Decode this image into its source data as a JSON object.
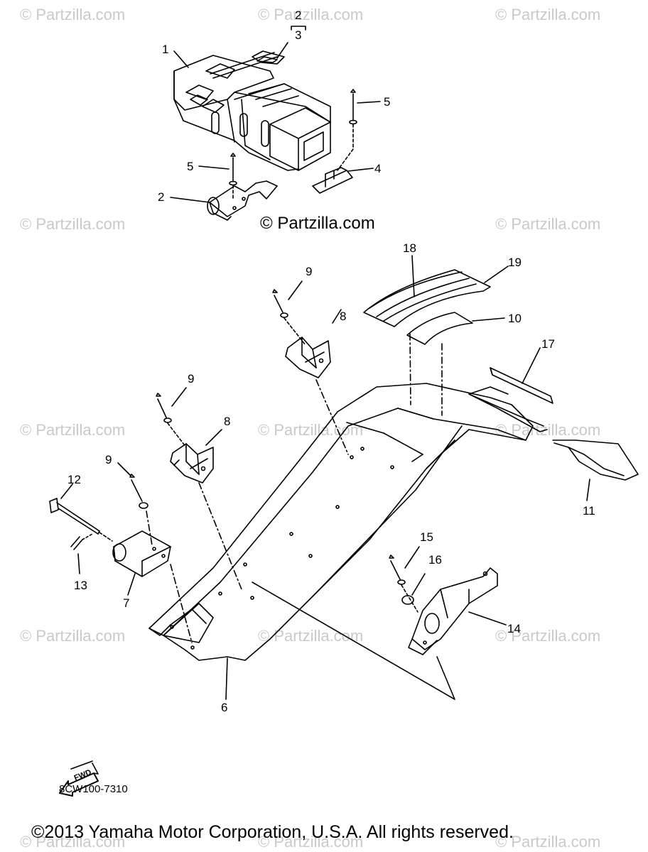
{
  "watermark": "© Partzilla.com",
  "center_watermark": "© Partzilla.com",
  "callouts": {
    "c1": "1",
    "c2a": "2",
    "c3": "3",
    "c2b": "2",
    "c4": "4",
    "c5a": "5",
    "c5b": "5",
    "c6": "6",
    "c7": "7",
    "c8a": "8",
    "c8b": "8",
    "c9a": "9",
    "c9b": "9",
    "c9c": "9",
    "c10": "10",
    "c11": "11",
    "c12": "12",
    "c13": "13",
    "c14": "14",
    "c15": "15",
    "c16": "16",
    "c17": "17",
    "c18": "18",
    "c19": "19"
  },
  "fwd_label": "FWD",
  "diagram_code": "8CW100-7310",
  "copyright": "©2013 Yamaha Motor Corporation, U.S.A. All rights reserved."
}
